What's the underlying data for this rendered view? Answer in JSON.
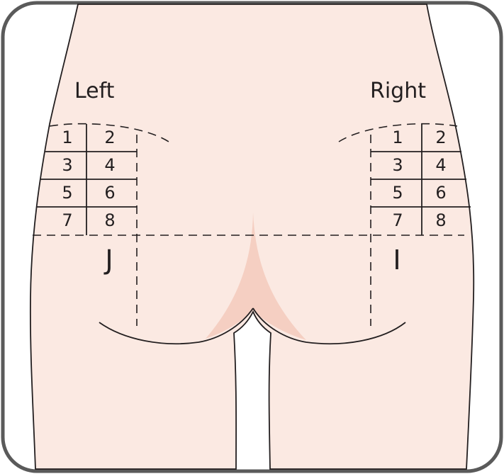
{
  "labels": {
    "left_side": "Left",
    "right_side": "Right",
    "left_zone": "J",
    "right_zone": "I"
  },
  "left_grid": [
    "1",
    "2",
    "3",
    "4",
    "5",
    "6",
    "7",
    "8"
  ],
  "right_grid": [
    "1",
    "2",
    "3",
    "4",
    "5",
    "6",
    "7",
    "8"
  ],
  "colors": {
    "skin": "#fbe9e2",
    "shadow": "#f5cfc2",
    "line": "#231f20",
    "frame": "#5a5a5a"
  }
}
